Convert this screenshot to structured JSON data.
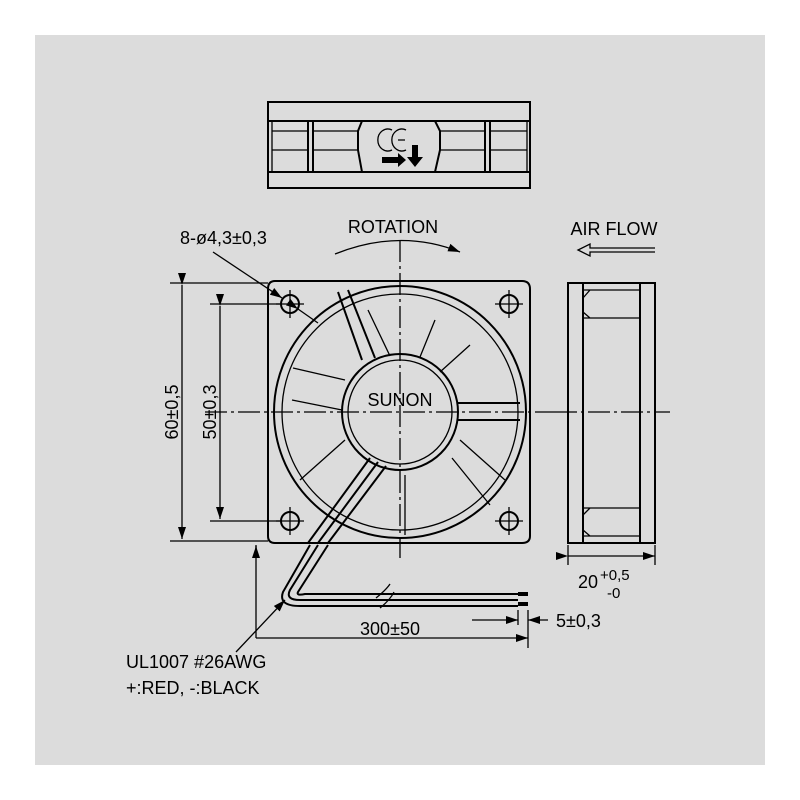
{
  "drawing": {
    "brand": "SUNON",
    "certification_mark": "CE",
    "rotation_label": "ROTATION",
    "airflow_label": "AIR FLOW",
    "hole_spec": "8-ø4,3±0,3",
    "dim_height": "60±0,5",
    "dim_hole_pitch": "50±0,3",
    "dim_depth_base": "20",
    "dim_depth_plus": "+0,5",
    "dim_depth_minus": "-0",
    "dim_lead_length": "300±50",
    "dim_strip": "5±0,3",
    "wire_spec_line1": "UL1007 #26AWG",
    "wire_spec_line2": "+:RED, -:BLACK"
  }
}
